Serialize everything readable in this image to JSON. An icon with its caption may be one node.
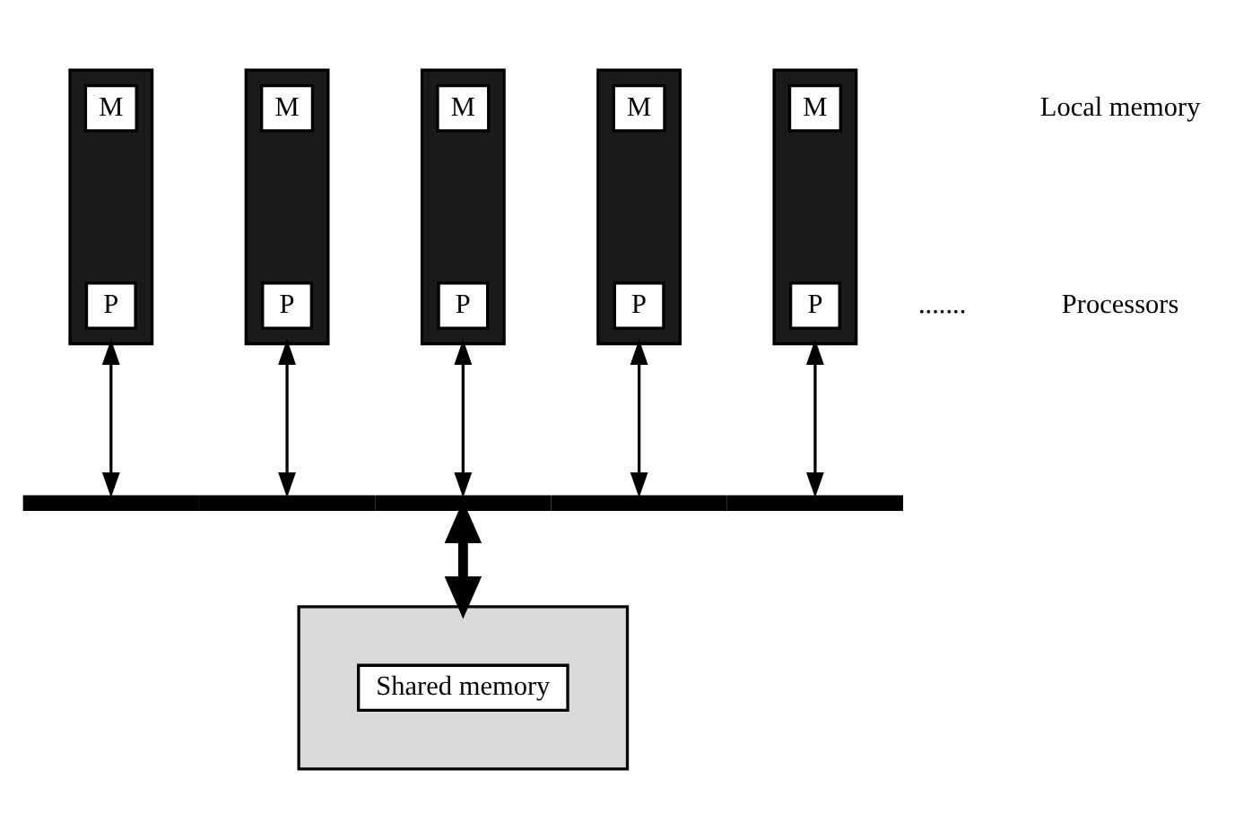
{
  "diagram": {
    "nodes": [
      {
        "text": [],
        "shape": "box"
      },
      {
        "text": [
          "M"
        ],
        "in": 0
      },
      {
        "text": [
          "P"
        ],
        "in": 0
      },
      {
        "text": [],
        "shape": "box"
      },
      {
        "text": [
          "M"
        ],
        "in": 3
      },
      {
        "text": [
          "P"
        ],
        "in": 3
      },
      {
        "text": [],
        "shape": "box"
      },
      {
        "text": [
          "M"
        ],
        "in": 6
      },
      {
        "text": [
          "P"
        ],
        "in": 6
      },
      {
        "text": [],
        "shape": "box"
      },
      {
        "text": [
          "M"
        ],
        "in": 9
      },
      {
        "text": [
          "P"
        ],
        "in": 9
      },
      {
        "text": [],
        "shape": "box"
      },
      {
        "text": [
          "M"
        ],
        "in": 12
      },
      {
        "text": [
          "P"
        ],
        "in": 12
      },
      {
        "text": [],
        "shape": "bar"
      },
      {
        "text": [],
        "shape": "box"
      },
      {
        "text": [
          "Shared memory"
        ],
        "in": 16
      }
    ],
    "edges": [
      {
        "from": 0,
        "to": 15,
        "arrow": "both"
      },
      {
        "from": 3,
        "to": 15,
        "arrow": "both"
      },
      {
        "from": 6,
        "to": 15,
        "arrow": "both"
      },
      {
        "from": 9,
        "to": 15,
        "arrow": "both"
      },
      {
        "from": 12,
        "to": 15,
        "arrow": "both"
      },
      {
        "from": 15,
        "to": 16,
        "arrow": "both",
        "style": "thick"
      }
    ],
    "labels": [
      "Local memory",
      "Processors",
      "......."
    ]
  }
}
